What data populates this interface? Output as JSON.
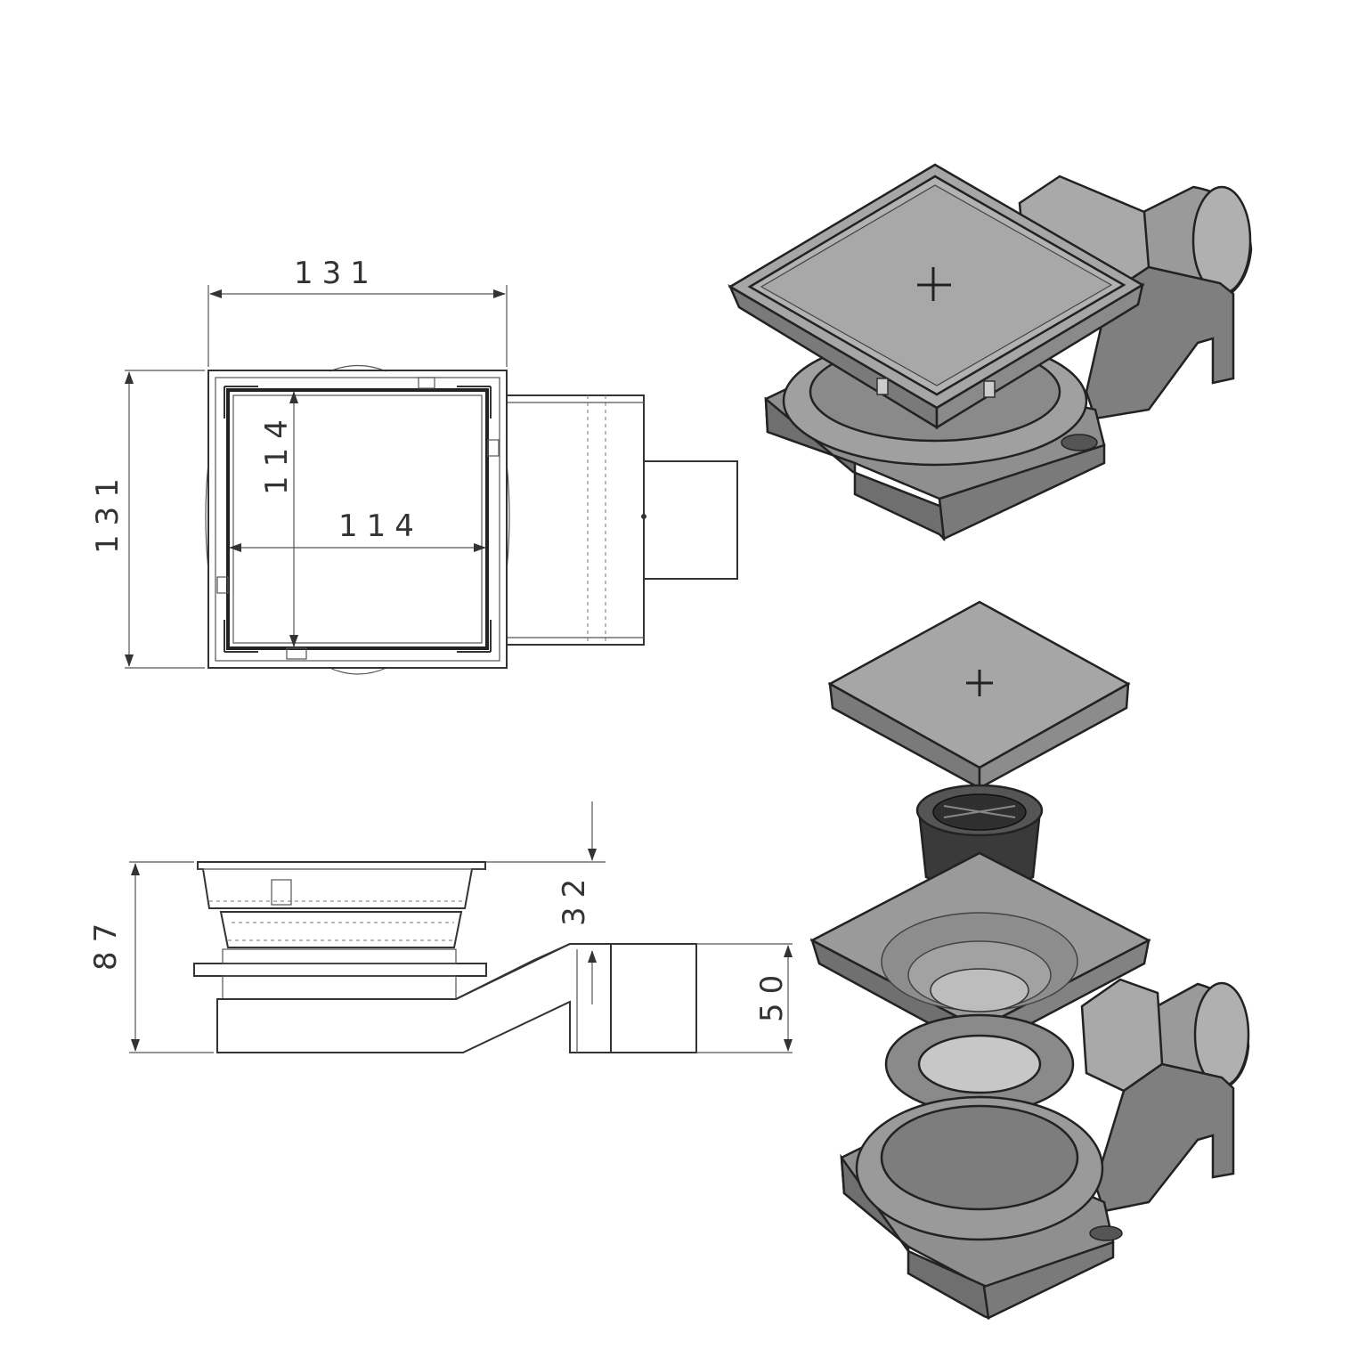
{
  "dimensions": {
    "top_width": "131",
    "top_height": "131",
    "inner_height": "114",
    "inner_width": "114",
    "total_height": "87",
    "grate_height": "32",
    "outlet_height": "50"
  },
  "colors": {
    "line": "#333333",
    "face_light": "#a9a9a9",
    "face_mid": "#8c8c8c",
    "face_dark": "#6e6e6e",
    "background": "#ffffff"
  }
}
